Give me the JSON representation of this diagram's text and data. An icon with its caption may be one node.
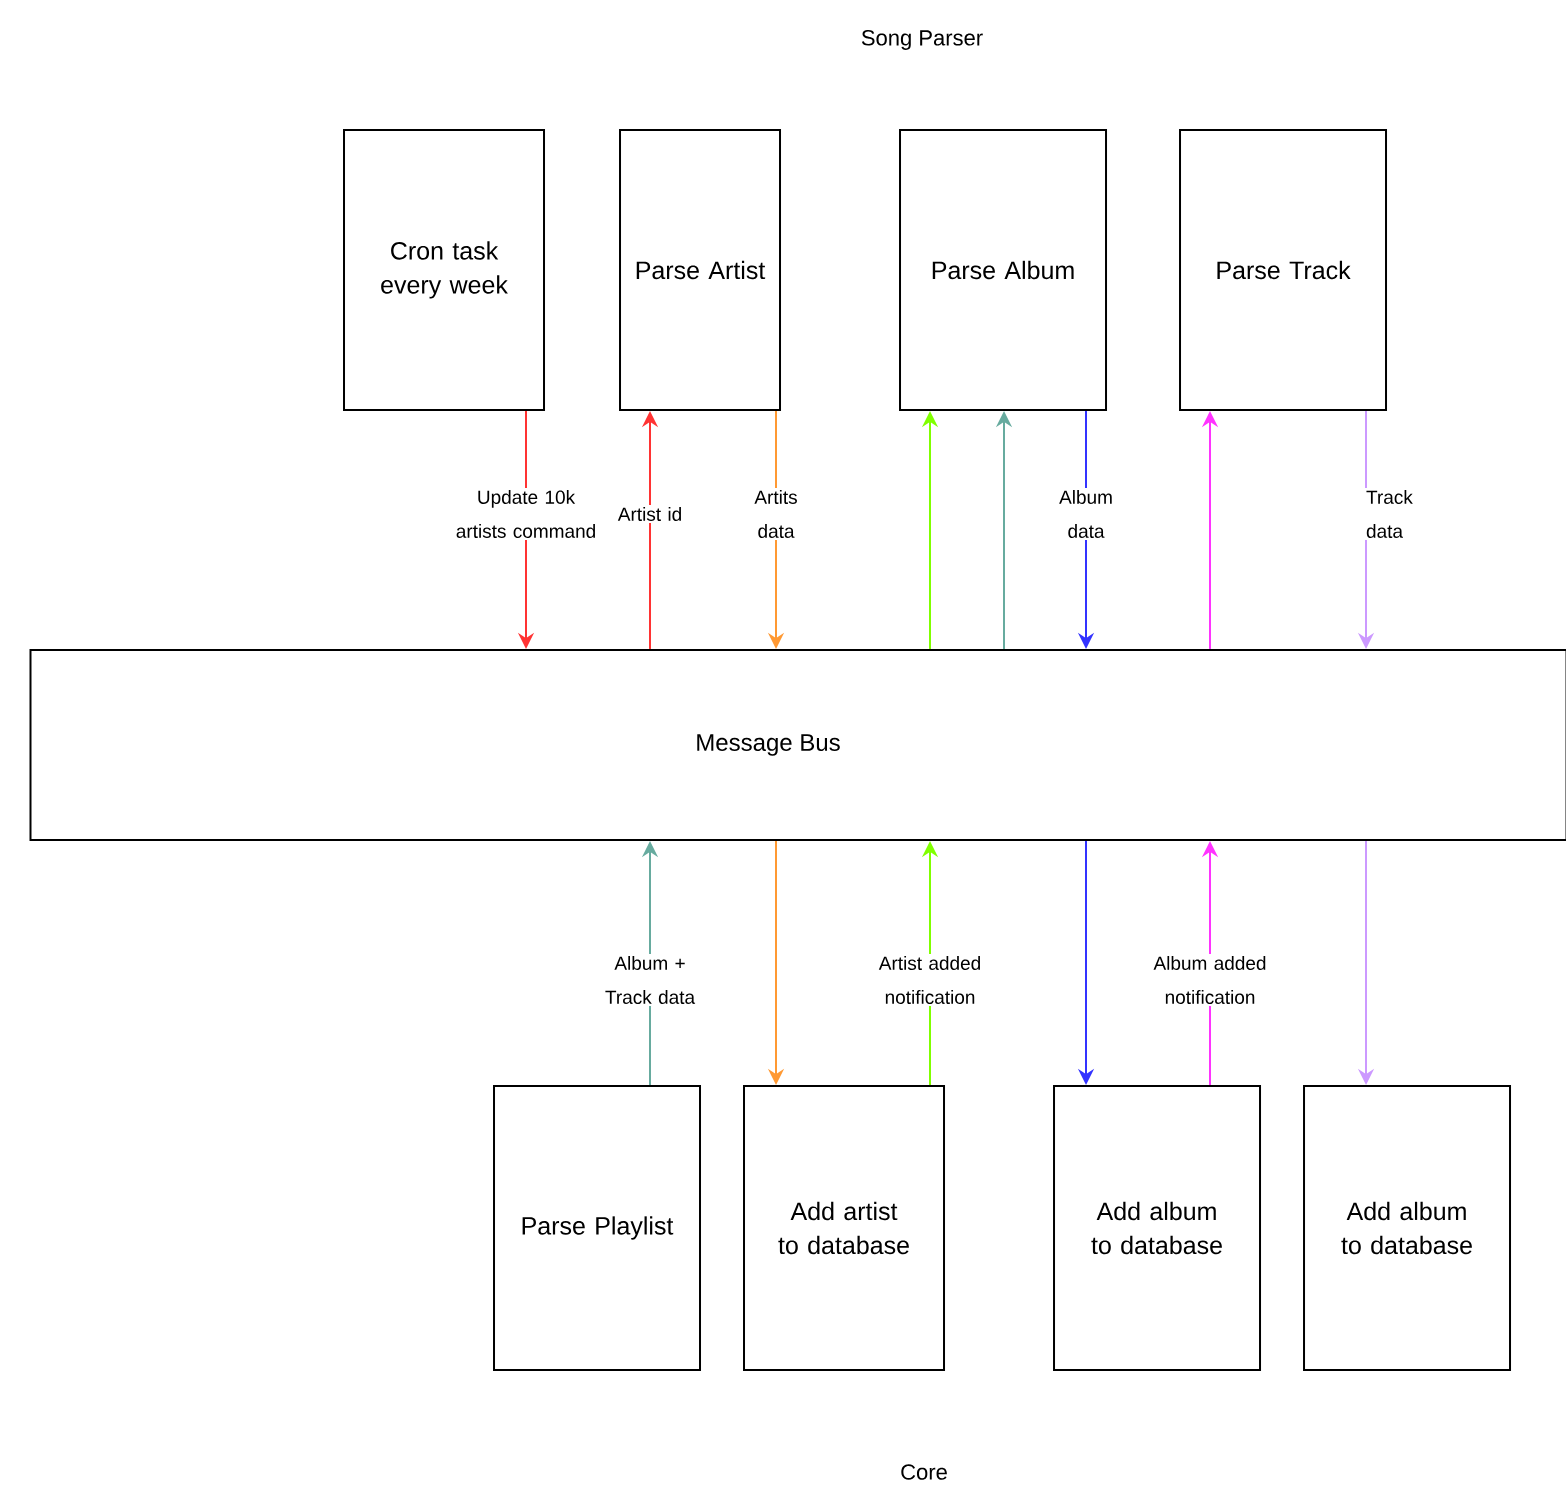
{
  "diagram": {
    "nodes": [
      {
        "text": [
          "Cron task every week"
        ]
      },
      {
        "text": [
          "Parse Artist"
        ]
      },
      {
        "text": [
          "Parse Album"
        ]
      },
      {
        "text": [
          "Parse Track"
        ]
      },
      {
        "text": [
          "Message Bus"
        ]
      },
      {
        "text": [
          "Parse Playlist"
        ]
      },
      {
        "text": [
          "Add artist to database"
        ]
      },
      {
        "text": [
          "Add album to database"
        ]
      },
      {
        "text": [
          "Add album to database"
        ]
      }
    ],
    "edges": [
      {
        "from": 0,
        "to": 4,
        "arrow": "to",
        "label": "Update 10k artists command",
        "color": "#ff3333"
      },
      {
        "from": 4,
        "to": 1,
        "arrow": "to",
        "label": "Artist id",
        "color": "#ff3333"
      },
      {
        "from": 1,
        "to": 4,
        "arrow": "to",
        "label": "Artits data",
        "color": "#ff9933"
      },
      {
        "from": 4,
        "to": 2,
        "arrow": "to",
        "color": "#80ff00"
      },
      {
        "from": 4,
        "to": 2,
        "arrow": "to",
        "color": "#67ab9f"
      },
      {
        "from": 2,
        "to": 4,
        "arrow": "to",
        "label": "Album data",
        "color": "#3333ff"
      },
      {
        "from": 4,
        "to": 3,
        "arrow": "to",
        "color": "#ff33ff"
      },
      {
        "from": 3,
        "to": 4,
        "arrow": "to",
        "label": "Track data",
        "color": "#cc99ff"
      },
      {
        "from": 5,
        "to": 4,
        "arrow": "to",
        "label": "Album + Track data",
        "color": "#67ab9f"
      },
      {
        "from": 4,
        "to": 6,
        "arrow": "to",
        "color": "#ff9933"
      },
      {
        "from": 6,
        "to": 4,
        "arrow": "to",
        "label": "Artist added notification",
        "color": "#80ff00"
      },
      {
        "from": 4,
        "to": 7,
        "arrow": "to",
        "color": "#3333ff"
      },
      {
        "from": 7,
        "to": 4,
        "arrow": "to",
        "label": "Album added notification",
        "color": "#ff33ff"
      },
      {
        "from": 4,
        "to": 8,
        "arrow": "to",
        "color": "#cc99ff"
      }
    ],
    "labels": [
      "Song Parser",
      "Core"
    ]
  }
}
